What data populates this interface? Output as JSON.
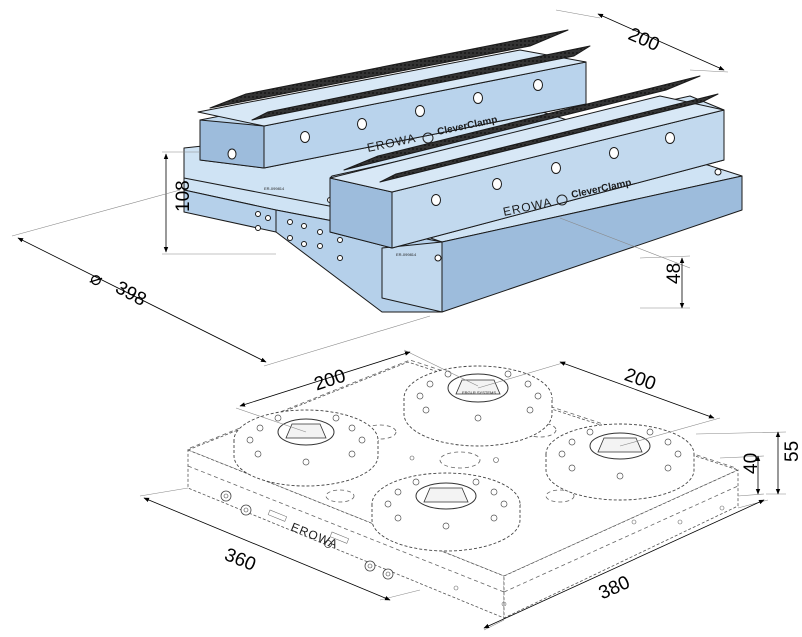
{
  "top_view": {
    "dim_width": "200",
    "dim_height": "108",
    "dim_diameter": "398",
    "dim_diameter_symbol": "⌀",
    "dim_base_height": "48",
    "brand_1": "EROWA",
    "product_1": "CleverClamp",
    "brand_2": "EROWA",
    "product_2": "CleverClamp",
    "part_code_1": "ER-099814",
    "part_code_2": "ER-099814"
  },
  "bottom_view": {
    "dim_pitch_left": "200",
    "dim_pitch_right": "200",
    "dim_depth": "360",
    "dim_width": "380",
    "dim_height_40": "40",
    "dim_height_55": "55",
    "brand": "EROWA",
    "chuck_text": "ERGLR SYSTEMS"
  },
  "colors": {
    "body_light": "#cfe3f4",
    "body_mid": "#b5d0ea",
    "body_dark": "#9dbcdc",
    "jaw_pad": "#2b2b2b"
  }
}
